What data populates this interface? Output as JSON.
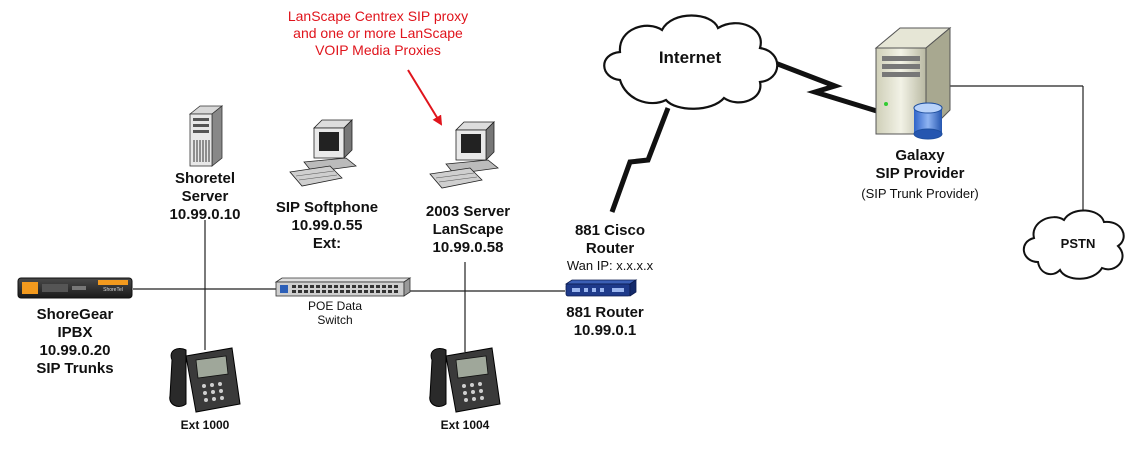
{
  "annotation": {
    "line1": "LanScape Centrex SIP proxy",
    "line2": "and one or more LanScape",
    "line3": "VOIP Media Proxies",
    "color": "#e0141c"
  },
  "internet": {
    "label": "Internet"
  },
  "pstn": {
    "label": "PSTN"
  },
  "galaxy": {
    "line1": "Galaxy",
    "line2": "SIP Provider",
    "line3": "(SIP Trunk Provider)"
  },
  "shoretel_server": {
    "line1": "Shoretel",
    "line2": "Server",
    "line3": "10.99.0.10"
  },
  "softphone": {
    "line1": "SIP Softphone",
    "line2": "10.99.0.55",
    "line3": "Ext:"
  },
  "lanscape_server": {
    "line1": "2003 Server",
    "line2": "LanScape",
    "line3": "10.99.0.58"
  },
  "cisco_router": {
    "line1": "881 Cisco",
    "line2": "Router",
    "line3": "Wan IP: x.x.x.x"
  },
  "router": {
    "line1": "881 Router",
    "line2": "10.99.0.1"
  },
  "poe_switch": {
    "line1": "POE Data",
    "line2": "Switch"
  },
  "shoregear": {
    "line1": "ShoreGear",
    "line2": "IPBX",
    "line3": "10.99.0.20",
    "line4": "SIP Trunks",
    "device_text": "ShoreTel"
  },
  "phone_left": {
    "label": "Ext 1000"
  },
  "phone_right": {
    "label": "Ext 1004"
  }
}
